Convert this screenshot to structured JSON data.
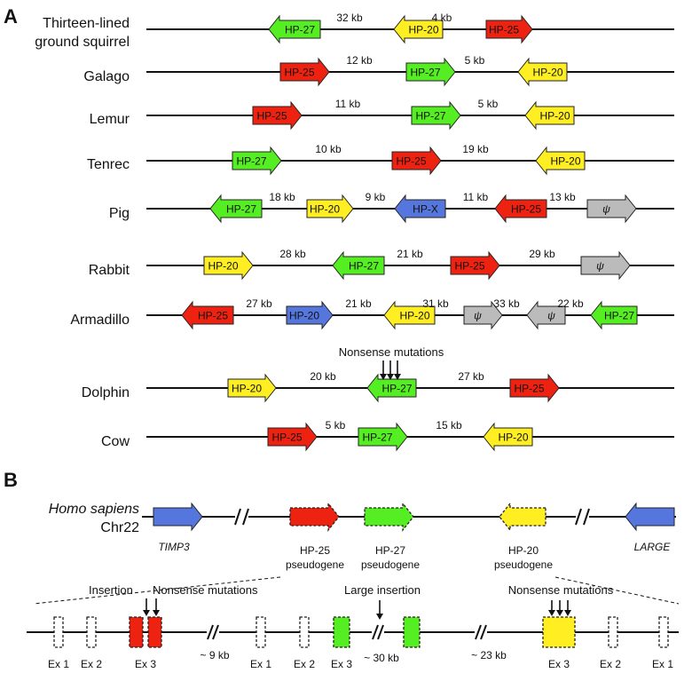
{
  "panel_a": {
    "letter": "A",
    "rows": [
      {
        "species": [
          "Thirteen-lined",
          "ground squirrel"
        ],
        "genes": [
          {
            "label": "HP-27",
            "dir": "left",
            "color": "green"
          },
          {
            "label": "HP-20",
            "dir": "left",
            "color": "yellow"
          },
          {
            "label": "HP-25",
            "dir": "right",
            "color": "red"
          }
        ],
        "distances": [
          "32 kb",
          "4 kb"
        ]
      },
      {
        "species": [
          "Galago"
        ],
        "genes": [
          {
            "label": "HP-25",
            "dir": "right",
            "color": "red"
          },
          {
            "label": "HP-27",
            "dir": "right",
            "color": "green"
          },
          {
            "label": "HP-20",
            "dir": "left",
            "color": "yellow"
          }
        ],
        "distances": [
          "12 kb",
          "5 kb"
        ]
      },
      {
        "species": [
          "Lemur"
        ],
        "genes": [
          {
            "label": "HP-25",
            "dir": "right",
            "color": "red"
          },
          {
            "label": "HP-27",
            "dir": "right",
            "color": "green"
          },
          {
            "label": "HP-20",
            "dir": "left",
            "color": "yellow"
          }
        ],
        "distances": [
          "11 kb",
          "5 kb"
        ]
      },
      {
        "species": [
          "Tenrec"
        ],
        "genes": [
          {
            "label": "HP-27",
            "dir": "right",
            "color": "green"
          },
          {
            "label": "HP-25",
            "dir": "right",
            "color": "red"
          },
          {
            "label": "HP-20",
            "dir": "left",
            "color": "yellow"
          }
        ],
        "distances": [
          "10 kb",
          "19 kb"
        ]
      },
      {
        "species": [
          "Pig"
        ],
        "genes": [
          {
            "label": "HP-27",
            "dir": "left",
            "color": "green"
          },
          {
            "label": "HP-20",
            "dir": "right",
            "color": "yellow"
          },
          {
            "label": "HP-X",
            "dir": "left",
            "color": "blue"
          },
          {
            "label": "HP-25",
            "dir": "left",
            "color": "red"
          },
          {
            "label": "ψ",
            "dir": "right",
            "color": "gray"
          }
        ],
        "distances": [
          "18 kb",
          "9 kb",
          "11 kb",
          "13 kb"
        ]
      },
      {
        "species": [
          "Rabbit"
        ],
        "genes": [
          {
            "label": "HP-20",
            "dir": "right",
            "color": "yellow"
          },
          {
            "label": "HP-27",
            "dir": "left",
            "color": "green"
          },
          {
            "label": "HP-25",
            "dir": "right",
            "color": "red"
          },
          {
            "label": "ψ",
            "dir": "right",
            "color": "gray"
          }
        ],
        "distances": [
          "28 kb",
          "21 kb",
          "29 kb"
        ]
      },
      {
        "species": [
          "Armadillo"
        ],
        "genes": [
          {
            "label": "HP-25",
            "dir": "left",
            "color": "red"
          },
          {
            "label": "HP-20",
            "dir": "right",
            "color": "blue"
          },
          {
            "label": "HP-20",
            "dir": "left",
            "color": "yellow"
          },
          {
            "label": "ψ",
            "dir": "right",
            "color": "gray"
          },
          {
            "label": "ψ",
            "dir": "left",
            "color": "gray"
          },
          {
            "label": "HP-27",
            "dir": "left",
            "color": "green"
          }
        ],
        "distances": [
          "27 kb",
          "21 kb",
          "31 kb",
          "33 kb",
          "22 kb"
        ]
      },
      {
        "species": [
          "Dolphin"
        ],
        "annotation": "Nonsense mutations",
        "genes": [
          {
            "label": "HP-20",
            "dir": "right",
            "color": "yellow"
          },
          {
            "label": "HP-27",
            "dir": "left",
            "color": "green"
          },
          {
            "label": "HP-25",
            "dir": "right",
            "color": "red"
          }
        ],
        "distances": [
          "20 kb",
          "27 kb"
        ]
      },
      {
        "species": [
          "Cow"
        ],
        "genes": [
          {
            "label": "HP-25",
            "dir": "right",
            "color": "red"
          },
          {
            "label": "HP-27",
            "dir": "right",
            "color": "green"
          },
          {
            "label": "HP-20",
            "dir": "left",
            "color": "yellow"
          }
        ],
        "distances": [
          "5 kb",
          "15 kb"
        ]
      }
    ]
  },
  "panel_b": {
    "letter": "B",
    "species": "Homo sapiens",
    "chromosome": "Chr22",
    "genes": [
      {
        "label": "TIMP3",
        "dir": "right",
        "color": "blue",
        "style": "solid"
      },
      {
        "label": "HP-25",
        "sublabel": "pseudogene",
        "dir": "right",
        "color": "red",
        "style": "dashed"
      },
      {
        "label": "HP-27",
        "sublabel": "pseudogene",
        "dir": "right",
        "color": "green",
        "style": "dashed"
      },
      {
        "label": "HP-20",
        "sublabel": "pseudogene",
        "dir": "left",
        "color": "yellow",
        "style": "dashed"
      },
      {
        "label": "LARGE",
        "dir": "left",
        "color": "blue",
        "style": "solid"
      }
    ],
    "annotations": {
      "insertion": "Insertion",
      "nonsense_left": "Nonsense mutations",
      "large_insertion": "Large insertion",
      "nonsense_right": "Nonsense mutations"
    },
    "exons": [
      "Ex 1",
      "Ex 2",
      "Ex 3",
      "Ex 1",
      "Ex 2",
      "Ex 3",
      "Ex 3",
      "Ex 2",
      "Ex 1"
    ],
    "gaps": [
      "~ 9 kb",
      "~ 30 kb",
      "~ 23  kb"
    ]
  },
  "colors": {
    "red": "#ee2211",
    "green": "#55ee22",
    "yellow": "#ffee22",
    "blue": "#5577dd",
    "gray": "#bbbbbb",
    "line": "#111111"
  }
}
